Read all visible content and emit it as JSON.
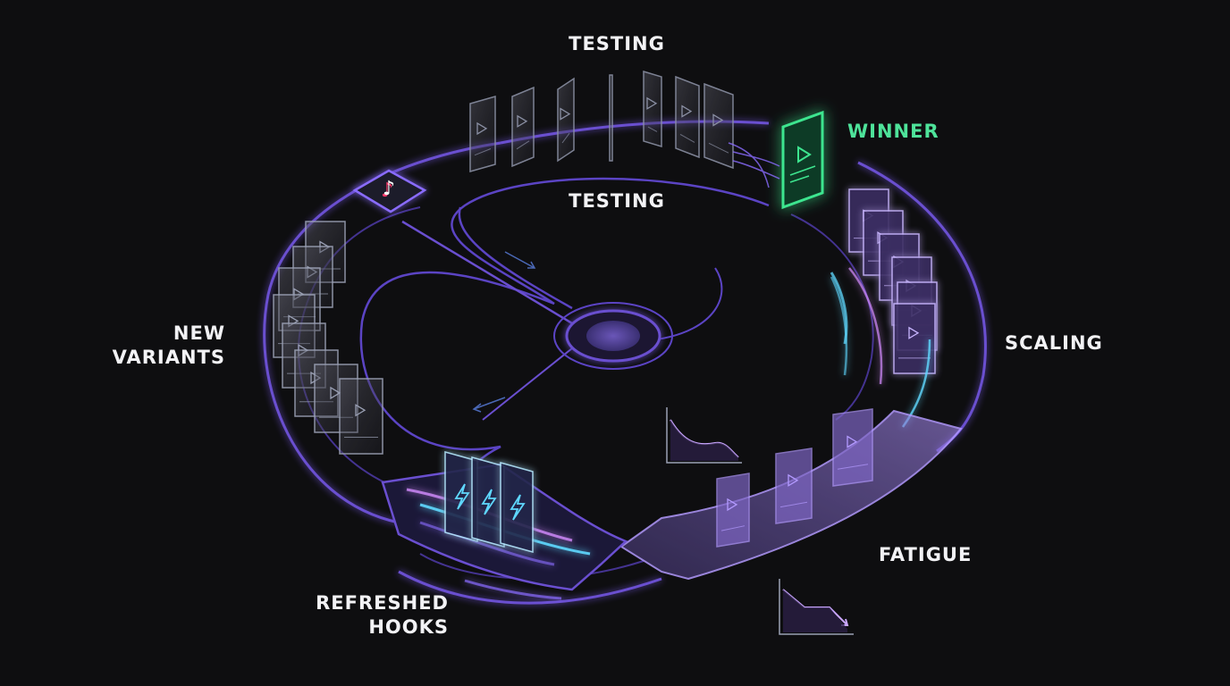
{
  "labels": {
    "testing_top": "TESTING",
    "testing_inner": "TESTING",
    "winner": "WINNER",
    "scaling": "SCALING",
    "fatigue": "FATIGUE",
    "new_variants_line1": "NEW",
    "new_variants_line2": "VARIANTS",
    "refreshed_hooks_line1": "REFRESHED",
    "refreshed_hooks_line2": "HOOKS"
  },
  "icons": {
    "platform": "tiktok-icon",
    "card": "video-play-icon",
    "hook": "lightning-bolt-icon",
    "decline": "declining-chart-icon"
  },
  "colors": {
    "background": "#0e0e10",
    "ring": "#6a4fd0",
    "ring_glow": "#8a6cff",
    "winner": "#3ee58f",
    "hooks_accent": "#5fd8ff",
    "fatigue_band": "#8b6fcf",
    "text": "#f2f2f5"
  }
}
